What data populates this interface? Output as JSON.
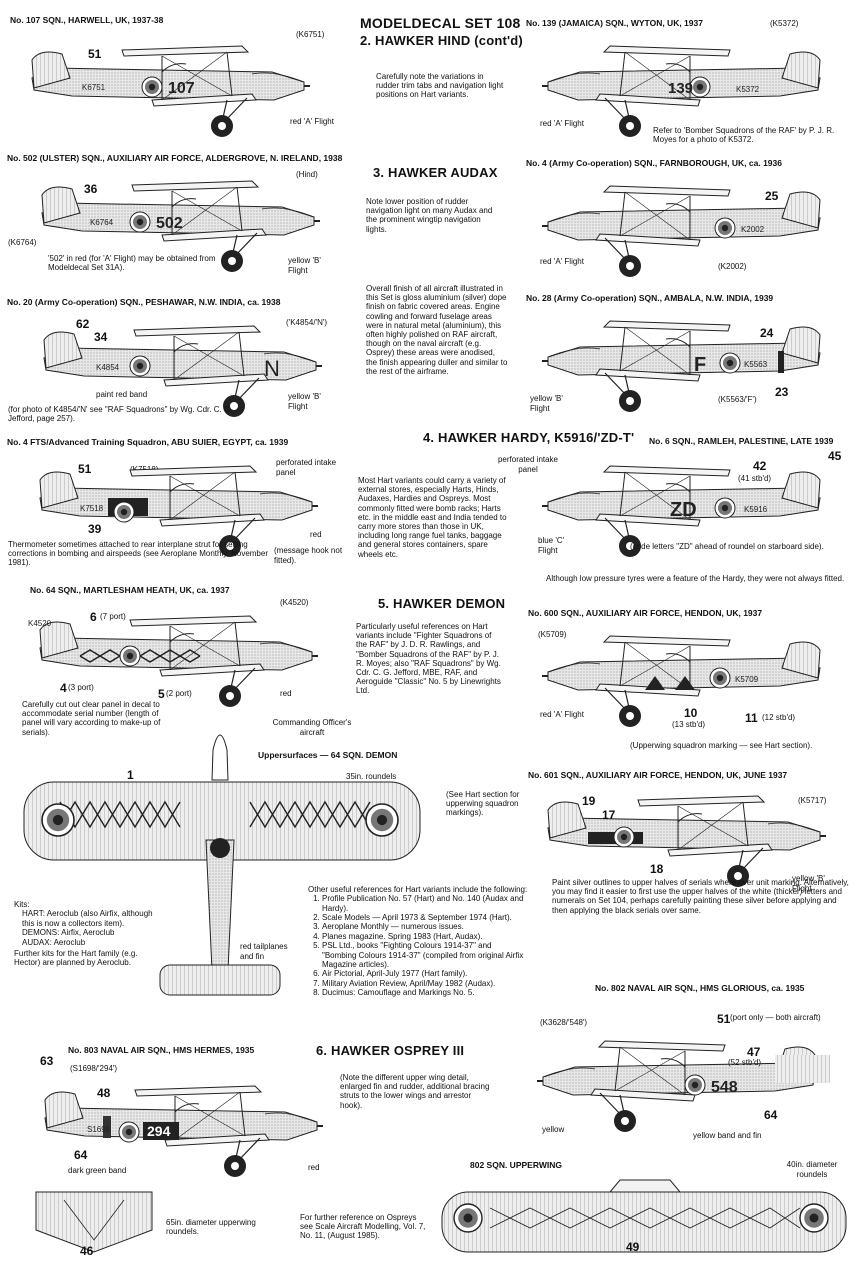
{
  "header": {
    "set_title": "MODELDECAL SET 108",
    "section2": "2. HAWKER HIND (cont'd)",
    "section3": "3. HAWKER AUDAX",
    "section4": "4. HAWKER HARDY, K5916/'ZD-T'",
    "section5": "5. HAWKER DEMON",
    "section6": "6. HAWKER OSPREY III"
  },
  "notes": {
    "hind_variations": "Carefully note the variations in rudder trim tabs and navigation light positions on Hart variants.",
    "audax_lights": "Note lower position of rudder navigation light on many Audax and the prominent wingtip navigation lights.",
    "finish": "Overall finish of all aircraft illustrated in this Set is gloss aluminium (silver) dope finish on fabric covered areas. Engine cowling and forward fuselage areas were in natural metal (aluminium), this often highly polished on RAF aircraft, though on the naval aircraft (e.g. Osprey) these areas were anodised, the finish appearing duller and similar to the rest of the airframe.",
    "stores": "Most Hart variants could carry a variety of external stores, especially Harts, Hinds, Audaxes, Hardies and Ospreys. Most commonly fitted were bomb racks; Harts etc. in the middle east and India tended to carry more stores than those in UK, including long range fuel tanks, baggage and general stores containers, spare wheels etc.",
    "references_particular": "Particularly useful references on Hart variants include \"Fighter Squadrons of the RAF\" by J. D. R. Rawlings, and \"Bomber Squadrons of the RAF\" by P. J. R. Moyes; also \"RAF Squadrons\" by Wg. Cdr. C. G. Jefford, MBE, RAF, and Aeroguide \"Classic\" No. 5 by Linewrights Ltd.",
    "see_hart": "(See Hart section for upperwing squadron markings).",
    "osprey_note": "(Note the different upper wing detail, enlarged fin and rudder, additional bracing struts to the lower wings and arrestor hook).",
    "osprey_ref": "For further reference on Ospreys see Scale Aircraft Modelling, Vol. 7, No. 11, (August 1985).",
    "paint_silver": "Paint silver outlines to upper halves of serials where over unit marking. Alternatively, you may find it easier to first use the upper halves of the white (thicker) letters and numerals on Set 104, perhaps carefully painting these silver before applying and then applying the black serials over same.",
    "hardy_tyres": "Although low pressure tyres were a feature of the Hardy, they were not always fitted.",
    "hardy_code": "(code letters \"ZD\" ahead of roundel on starboard side).",
    "k5372_ref": "Refer to 'Bomber Squadrons of the RAF' by P. J. R. Moyes for a photo of K5372.",
    "k6764_note": "'502' in red (for 'A' Flight) may be obtained from Modeldecal Set 31A).",
    "k4854_photo": "(for photo of K4854/'N' see \"RAF Squadrons\" by Wg. Cdr. C. G. Jefford, page 257).",
    "thermometer": "Thermometer sometimes attached to rear interplane strut for setting corrections in bombing and airspeeds (see Aeroplane Monthly, November 1981).",
    "cut_panel": "Carefully cut out clear panel in decal to accommodate serial number (length of panel will vary according to make-up of serials).",
    "upperwing_600": "(Upperwing squadron marking — see Hart section)."
  },
  "kits": {
    "label": "Kits:",
    "hart": "HART: Aeroclub (also Airfix, although this is now a collectors item).",
    "demons": "DEMONS: Airfix, Aeroclub",
    "audax": "AUDAX: Aeroclub",
    "further": "Further kits for the Hart family (e.g. Hector) are planned by Aeroclub."
  },
  "other_refs": {
    "intro": "Other useful references for Hart variants include the following:",
    "items": [
      "Profile Publication No. 57 (Hart) and No. 140 (Audax and Hardy).",
      "Scale Models — April 1973 & September 1974 (Hart).",
      "Aeroplane Monthly — numerous issues.",
      "Planes magazine. Spring 1983 (Hart, Audax).",
      "PSL Ltd., books \"Fighting Colours 1914-37\" and \"Bombing Colours 1914-37\" (compiled from original Airfix Magazine articles).",
      "Air Pictorial, April-July 1977 (Hart family).",
      "Military Aviation Review, April/May 1982 (Audax).",
      "Ducimus: Camouflage and Markings No. 5."
    ]
  },
  "aircraft": {
    "a107": {
      "caption": "No. 107 SQN., HARWELL, UK, 1937-38",
      "serial": "(K6751)",
      "code": "107",
      "fuse_serial": "K6751",
      "n1": "51",
      "lbl1": "red 'A' Flight"
    },
    "a139": {
      "caption": "No. 139 (JAMAICA) SQN., WYTON, UK, 1937",
      "serial": "(K5372)",
      "code": "139",
      "fuse_serial": "K5372",
      "lbl1": "red 'A' Flight"
    },
    "a502": {
      "caption": "No. 502 (ULSTER) SQN., AUXILIARY AIR FORCE, ALDERGROVE, N. IRELAND, 1938",
      "serial": "(K6764)",
      "hind": "(Hind)",
      "code": "502",
      "fuse_serial": "K6764",
      "n1": "36",
      "lbl1": "yellow 'B' Flight"
    },
    "a4aux": {
      "caption": "No. 4 (Army Co-operation) SQN., FARNBOROUGH, UK, ca. 1936",
      "serial": "(K2002)",
      "fuse_serial": "K2002",
      "n1": "25",
      "lbl1": "red 'A' Flight"
    },
    "a20": {
      "caption": "No. 20 (Army Co-operation) SQN., PESHAWAR, N.W. INDIA, ca. 1938",
      "serial": "('K4854/'N')",
      "code": "N",
      "fuse_serial": "K4854",
      "n1": "62",
      "n2": "34",
      "lbl1": "paint red band",
      "lbl2": "yellow 'B' Flight"
    },
    "a28": {
      "caption": "No. 28 (Army Co-operation) SQN., AMBALA, N.W. INDIA, 1939",
      "serial": "(K5563/'F')",
      "code": "F",
      "fuse_serial": "K5563",
      "n1": "24",
      "n2": "23",
      "lbl1": "yellow 'B' Flight"
    },
    "a4fts": {
      "caption": "No. 4 FTS/Advanced Training Squadron, ABU SUIER, EGYPT, ca. 1939",
      "serial": "(K7518)",
      "fuse_serial": "K7518",
      "n1": "51",
      "n2": "39",
      "lbl1": "perforated intake panel",
      "lbl2": "red",
      "lbl3": "(message hook not fitted)."
    },
    "a6": {
      "caption": "No. 6 SQN., RAMLEH, PALESTINE, LATE 1939",
      "code": "ZD",
      "fuse_serial": "K5916",
      "n1": "42",
      "n2": "(41 stb'd)",
      "n3": "45",
      "lbl1": "perforated intake panel",
      "lbl2": "blue 'C' Flight"
    },
    "a64": {
      "caption": "No. 64 SQN., MARTLESHAM HEATH, UK, ca. 1937",
      "serial": "(K4520)",
      "fuse_serial": "K4520",
      "n1": "6",
      "n1b": "(7 port)",
      "n2": "4",
      "n2b": "(3 port)",
      "n3": "5",
      "n3b": "(2 port)",
      "lbl1": "red",
      "lbl2": "Commanding Officer's aircraft"
    },
    "a600": {
      "caption": "No. 600 SQN., AUXILIARY AIR FORCE, HENDON, UK, 1937",
      "serial": "(K5709)",
      "fuse_serial": "K5709",
      "n1": "10",
      "n1b": "(13 stb'd)",
      "n2": "11",
      "n2b": "(12 stb'd)",
      "lbl1": "red 'A' Flight"
    },
    "upper64": {
      "caption": "Uppersurfaces — 64 SQN. DEMON",
      "n1": "1",
      "lbl1": "35in. roundels",
      "lbl2": "red tailplanes and fin"
    },
    "a601": {
      "caption": "No. 601 SQN., AUXILIARY AIR FORCE, HENDON, UK, JUNE 1937",
      "serial": "(K5717)",
      "n1": "19",
      "n2": "17",
      "n3": "18",
      "lbl1": "yellow 'B' Flight"
    },
    "a802": {
      "caption": "No. 802 NAVAL AIR SQN., HMS GLORIOUS, ca. 1935",
      "serial": "(K3628/'548')",
      "code": "548",
      "n1": "51",
      "n1b": "(port only — both aircraft)",
      "n2": "47",
      "n2b": "(52 stb'd)",
      "n3": "64",
      "lbl1": "yellow",
      "lbl2": "yellow band and fin"
    },
    "a803": {
      "caption": "No. 803 NAVAL AIR SQN., HMS HERMES, 1935",
      "serial": "(S1698/'294')",
      "code": "294",
      "fuse_serial": "S1698",
      "n1": "63",
      "n2": "48",
      "n3": "64",
      "lbl1": "dark green band",
      "lbl2": "red"
    },
    "upper802": {
      "caption": "802 SQN. UPPERWING",
      "n1": "49",
      "lbl1": "40in. diameter roundels"
    },
    "tail803": {
      "n1": "46",
      "lbl1": "65in. diameter upperwing roundels."
    }
  }
}
